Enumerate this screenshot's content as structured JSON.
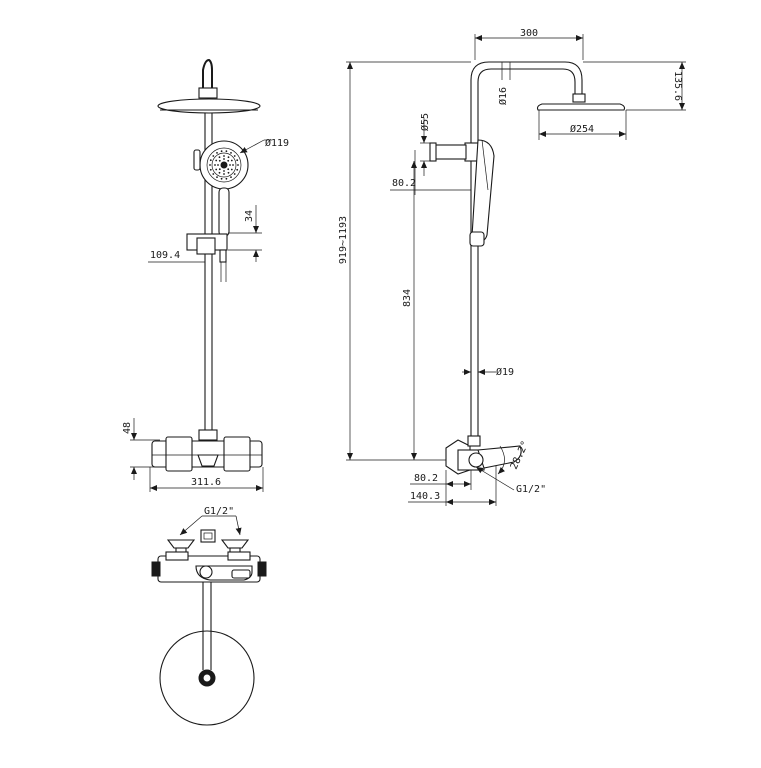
{
  "front_view": {
    "dims": {
      "hand_shower_dia": "Ø119",
      "holder_height": "34",
      "holder_offset": "109.4",
      "valve_height": "48",
      "valve_width": "311.6"
    }
  },
  "side_view": {
    "dims": {
      "arm_length": "300",
      "head_height": "135.6",
      "pipe_top_dia": "Ø16",
      "head_dia": "Ø254",
      "knob_dia": "Ø55",
      "holder_offset": "80.2",
      "total_height": "919~1193",
      "rail_height": "834",
      "pipe_dia": "Ø19",
      "spout_angle": "28.2°",
      "inlet_thread": "G1/2\"",
      "valve_offset": "80.2",
      "spout_reach": "140.3"
    }
  },
  "top_view": {
    "dims": {
      "inlet_thread": "G1/2\""
    }
  }
}
